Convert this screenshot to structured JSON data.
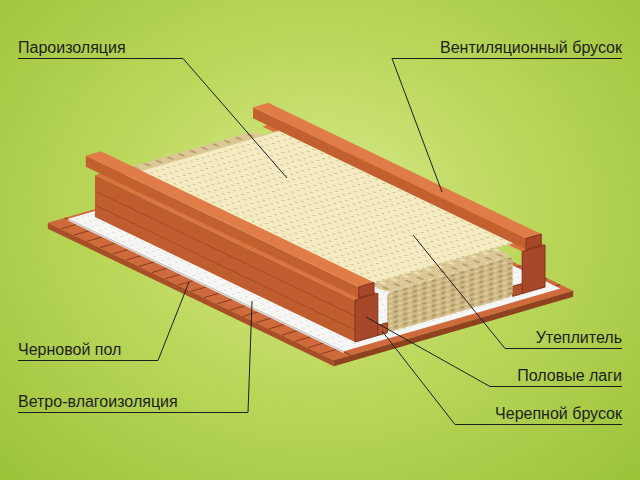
{
  "diagram": {
    "labels": [
      "Пароизоляция",
      "Вентиляционный брусок",
      "Утеплитель",
      "Черновой пол",
      "Половые лаги",
      "Ветро-влагоизоляция",
      "Черепной брусок"
    ]
  }
}
